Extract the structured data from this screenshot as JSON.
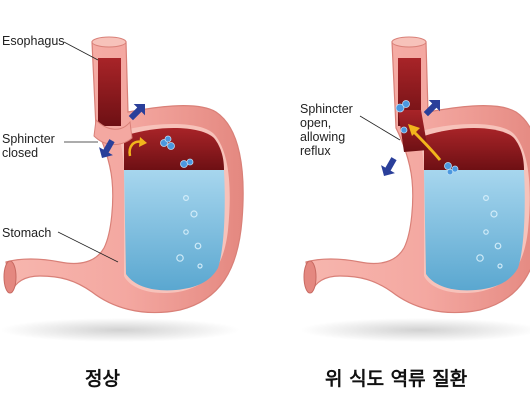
{
  "diagrams": [
    {
      "state": "normal",
      "caption": "정상",
      "labels": {
        "esophagus": "Esophagus",
        "sphincter": "Sphincter\nclosed",
        "stomach": "Stomach"
      }
    },
    {
      "state": "reflux",
      "caption": "위 식도 역류 질환",
      "labels": {
        "sphincter": "Sphincter\nopen,\nallowing\nreflux"
      }
    }
  ],
  "colors": {
    "stomach_wall": "#f4a8a1",
    "stomach_wall_dark": "#e48880",
    "inner_lining": "#f7c2ba",
    "acid_fluid": "#8ec6e2",
    "acid_fluid_dark": "#5aa7d0",
    "upper_chamber": "#8e1a1d",
    "reflux_arrow": "#f1b51c",
    "pressure_arrow": "#2a3f9a",
    "bubble": "#4b98e0"
  },
  "icons": [
    "pressure-arrow-icon",
    "reflux-arrow-icon",
    "acid-bubble-icon"
  ]
}
